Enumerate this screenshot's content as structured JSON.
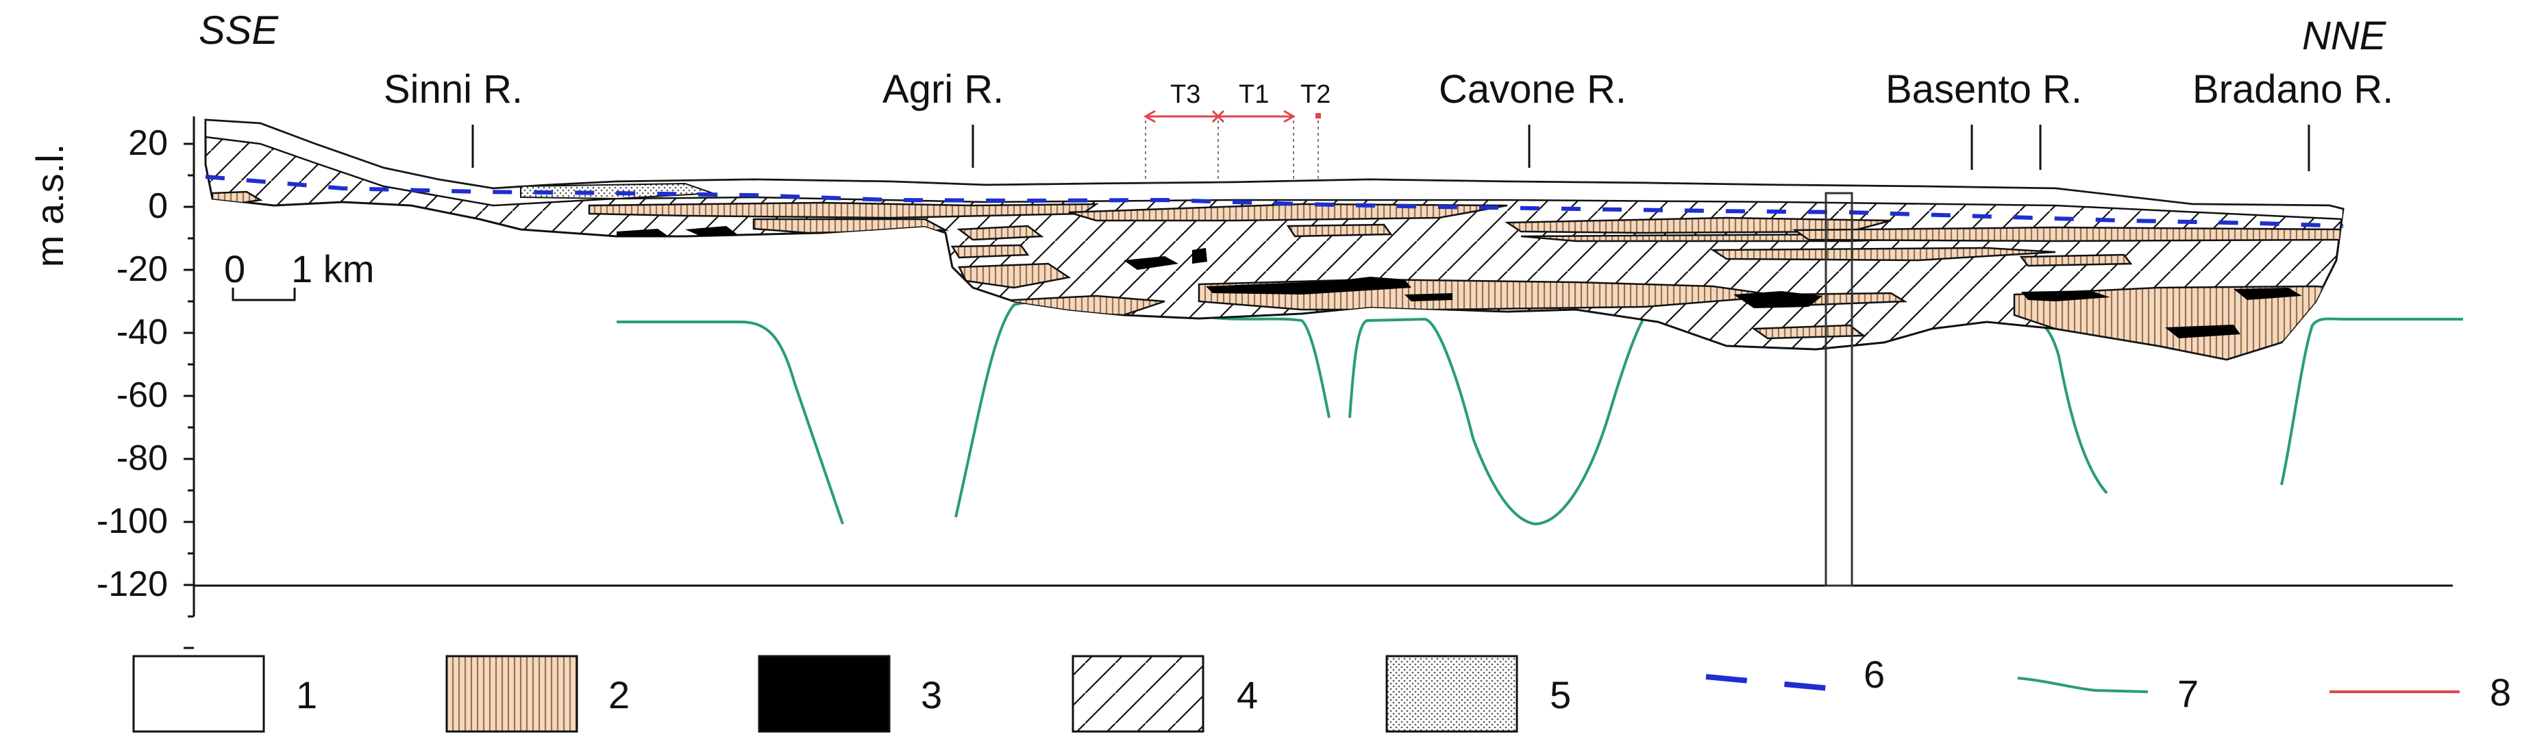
{
  "orientation": {
    "left": "SSE",
    "right": "NNE"
  },
  "y_axis": {
    "label": "m a.s.l.",
    "ticks": [
      "20",
      "0",
      "-20",
      "-40",
      "-60",
      "-80",
      "-100",
      "-120"
    ]
  },
  "scale_bar": {
    "zero": "0",
    "length": "1 km"
  },
  "rivers": [
    "Sinni R.",
    "Agri R.",
    "Cavone R.",
    "Basento R.",
    "Bradano R."
  ],
  "traces": [
    "T3",
    "T1",
    "T2"
  ],
  "legend": [
    "1",
    "2",
    "3",
    "4",
    "5",
    "6",
    "7",
    "8"
  ],
  "colors": {
    "unit_2_fill": "#c99a72",
    "unit_3_fill": "#000000",
    "water_table_6": "#1e2fd0",
    "curve_7": "#2a9d74",
    "trace_8": "#e0464a"
  }
}
